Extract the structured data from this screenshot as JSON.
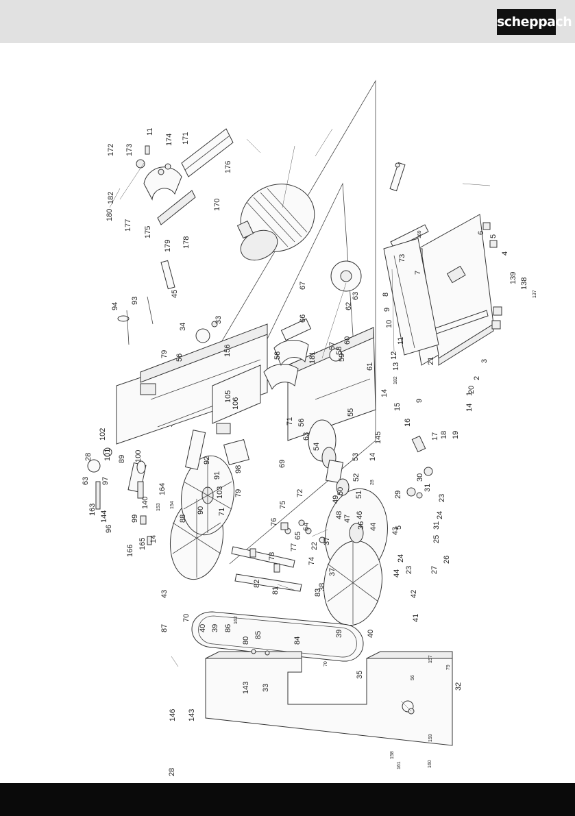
{
  "brand": {
    "logo_text": "scheppach"
  },
  "callouts": [
    {
      "id": "c1",
      "text": "172"
    },
    {
      "id": "c2",
      "text": "173"
    },
    {
      "id": "c3",
      "text": "11"
    },
    {
      "id": "c4",
      "text": "174"
    },
    {
      "id": "c5",
      "text": "171"
    },
    {
      "id": "c6",
      "text": "176"
    },
    {
      "id": "c7",
      "text": "170"
    },
    {
      "id": "c8",
      "text": "178"
    },
    {
      "id": "c9",
      "text": "179"
    },
    {
      "id": "c10",
      "text": "175"
    },
    {
      "id": "c11",
      "text": "177"
    },
    {
      "id": "c12",
      "text": "180"
    },
    {
      "id": "c13",
      "text": "182"
    },
    {
      "id": "c14",
      "text": "94"
    },
    {
      "id": "c15",
      "text": "93"
    },
    {
      "id": "c16",
      "text": "45"
    },
    {
      "id": "c17",
      "text": "34"
    },
    {
      "id": "c18",
      "text": "33"
    },
    {
      "id": "c19",
      "text": "79"
    },
    {
      "id": "c20",
      "text": "56"
    },
    {
      "id": "c21",
      "text": "156"
    },
    {
      "id": "c22",
      "text": "105"
    },
    {
      "id": "c23",
      "text": "106"
    },
    {
      "id": "c24",
      "text": "102"
    },
    {
      "id": "c25",
      "text": "28"
    },
    {
      "id": "c26",
      "text": "92"
    },
    {
      "id": "c27",
      "text": "91"
    },
    {
      "id": "c28",
      "text": "103"
    },
    {
      "id": "c29",
      "text": "98"
    },
    {
      "id": "c30",
      "text": "79"
    },
    {
      "id": "c31",
      "text": "101"
    },
    {
      "id": "c32",
      "text": "89"
    },
    {
      "id": "c33",
      "text": "100"
    },
    {
      "id": "c34",
      "text": "63"
    },
    {
      "id": "c35",
      "text": "97"
    },
    {
      "id": "c36",
      "text": "163"
    },
    {
      "id": "c37",
      "text": "144"
    },
    {
      "id": "c38",
      "text": "96"
    },
    {
      "id": "c39",
      "text": "99"
    },
    {
      "id": "c40",
      "text": "140"
    },
    {
      "id": "c41",
      "text": "164"
    },
    {
      "id": "c42",
      "text": "153"
    },
    {
      "id": "c43",
      "text": "154"
    },
    {
      "id": "c44",
      "text": "166"
    },
    {
      "id": "c45",
      "text": "165"
    },
    {
      "id": "c46",
      "text": "14"
    },
    {
      "id": "c47",
      "text": "88"
    },
    {
      "id": "c48",
      "text": "90"
    },
    {
      "id": "c49",
      "text": "71"
    },
    {
      "id": "c50",
      "text": "43"
    },
    {
      "id": "c51",
      "text": "87"
    },
    {
      "id": "c52",
      "text": "70"
    },
    {
      "id": "c53",
      "text": "40"
    },
    {
      "id": "c54",
      "text": "39"
    },
    {
      "id": "c55",
      "text": "86"
    },
    {
      "id": "c56",
      "text": "162"
    },
    {
      "id": "c57",
      "text": "80"
    },
    {
      "id": "c58",
      "text": "85"
    },
    {
      "id": "c59",
      "text": "82"
    },
    {
      "id": "c60",
      "text": "81"
    },
    {
      "id": "c61",
      "text": "83"
    },
    {
      "id": "c62",
      "text": "84"
    },
    {
      "id": "c63",
      "text": "76"
    },
    {
      "id": "c64",
      "text": "75"
    },
    {
      "id": "c65",
      "text": "72"
    },
    {
      "id": "c66",
      "text": "64"
    },
    {
      "id": "c67",
      "text": "65"
    },
    {
      "id": "c68",
      "text": "77"
    },
    {
      "id": "c69",
      "text": "78"
    },
    {
      "id": "c70",
      "text": "22"
    },
    {
      "id": "c71",
      "text": "37"
    },
    {
      "id": "c72",
      "text": "74"
    },
    {
      "id": "c73",
      "text": "37"
    },
    {
      "id": "c74",
      "text": "38"
    },
    {
      "id": "c75",
      "text": "67"
    },
    {
      "id": "c76",
      "text": "66"
    },
    {
      "id": "c77",
      "text": "58"
    },
    {
      "id": "c78",
      "text": "181"
    },
    {
      "id": "c79",
      "text": "57"
    },
    {
      "id": "c80",
      "text": "58"
    },
    {
      "id": "c81",
      "text": "59"
    },
    {
      "id": "c82",
      "text": "60"
    },
    {
      "id": "c83",
      "text": "62"
    },
    {
      "id": "c84",
      "text": "63"
    },
    {
      "id": "c85",
      "text": "61"
    },
    {
      "id": "c86",
      "text": "71"
    },
    {
      "id": "c87",
      "text": "56"
    },
    {
      "id": "c88",
      "text": "55"
    },
    {
      "id": "c89",
      "text": "69"
    },
    {
      "id": "c90",
      "text": "63"
    },
    {
      "id": "c91",
      "text": "54"
    },
    {
      "id": "c92",
      "text": "53"
    },
    {
      "id": "c93",
      "text": "145"
    },
    {
      "id": "c94",
      "text": "14"
    },
    {
      "id": "c95",
      "text": "52"
    },
    {
      "id": "c96",
      "text": "51"
    },
    {
      "id": "c97",
      "text": "28"
    },
    {
      "id": "c98",
      "text": "50"
    },
    {
      "id": "c99",
      "text": "49"
    },
    {
      "id": "c100",
      "text": "48"
    },
    {
      "id": "c101",
      "text": "47"
    },
    {
      "id": "c102",
      "text": "46"
    },
    {
      "id": "c103",
      "text": "36"
    },
    {
      "id": "c104",
      "text": "44"
    },
    {
      "id": "c105",
      "text": "43"
    },
    {
      "id": "c106",
      "text": "44"
    },
    {
      "id": "c107",
      "text": "42"
    },
    {
      "id": "c108",
      "text": "41"
    },
    {
      "id": "c109",
      "text": "40"
    },
    {
      "id": "c110",
      "text": "39"
    },
    {
      "id": "c111",
      "text": "70"
    },
    {
      "id": "c112",
      "text": "35"
    },
    {
      "id": "c113",
      "text": "143"
    },
    {
      "id": "c114",
      "text": "33"
    },
    {
      "id": "c115",
      "text": "146"
    },
    {
      "id": "c116",
      "text": "143"
    },
    {
      "id": "c117",
      "text": "28"
    },
    {
      "id": "c118",
      "text": "56"
    },
    {
      "id": "c119",
      "text": "157"
    },
    {
      "id": "c120",
      "text": "79"
    },
    {
      "id": "c121",
      "text": "32"
    },
    {
      "id": "c122",
      "text": "158"
    },
    {
      "id": "c123",
      "text": "159"
    },
    {
      "id": "c124",
      "text": "161"
    },
    {
      "id": "c125",
      "text": "160"
    },
    {
      "id": "c126",
      "text": "73"
    },
    {
      "id": "c127",
      "text": "169"
    },
    {
      "id": "c128",
      "text": "6"
    },
    {
      "id": "c129",
      "text": "5"
    },
    {
      "id": "c130",
      "text": "4"
    },
    {
      "id": "c131",
      "text": "139"
    },
    {
      "id": "c132",
      "text": "138"
    },
    {
      "id": "c133",
      "text": "137"
    },
    {
      "id": "c134",
      "text": "7"
    },
    {
      "id": "c135",
      "text": "8"
    },
    {
      "id": "c136",
      "text": "9"
    },
    {
      "id": "c137",
      "text": "10"
    },
    {
      "id": "c138",
      "text": "11"
    },
    {
      "id": "c139",
      "text": "12"
    },
    {
      "id": "c140",
      "text": "13"
    },
    {
      "id": "c141",
      "text": "21"
    },
    {
      "id": "c142",
      "text": "3"
    },
    {
      "id": "c143",
      "text": "2"
    },
    {
      "id": "c144",
      "text": "1"
    },
    {
      "id": "c145",
      "text": "182"
    },
    {
      "id": "c146",
      "text": "14"
    },
    {
      "id": "c147",
      "text": "15"
    },
    {
      "id": "c148",
      "text": "16"
    },
    {
      "id": "c149",
      "text": "9"
    },
    {
      "id": "c150",
      "text": "17"
    },
    {
      "id": "c151",
      "text": "18"
    },
    {
      "id": "c152",
      "text": "19"
    },
    {
      "id": "c153",
      "text": "20"
    },
    {
      "id": "c154",
      "text": "14"
    },
    {
      "id": "c155",
      "text": "30"
    },
    {
      "id": "c156",
      "text": "29"
    },
    {
      "id": "c157",
      "text": "31"
    },
    {
      "id": "c158",
      "text": "23"
    },
    {
      "id": "c159",
      "text": "5"
    },
    {
      "id": "c160",
      "text": "24"
    },
    {
      "id": "c161",
      "text": "31"
    },
    {
      "id": "c162",
      "text": "25"
    },
    {
      "id": "c163",
      "text": "24"
    },
    {
      "id": "c164",
      "text": "23"
    },
    {
      "id": "c165",
      "text": "26"
    },
    {
      "id": "c166",
      "text": "27"
    }
  ]
}
